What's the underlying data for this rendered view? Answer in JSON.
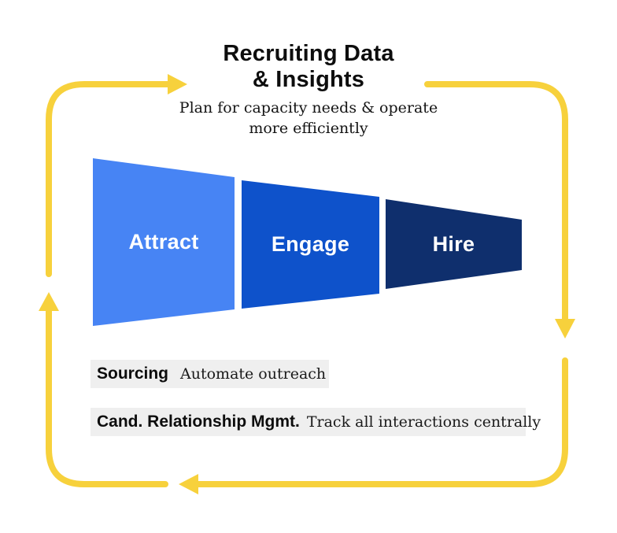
{
  "title": {
    "line1": "Recruiting Data",
    "line2": "& Insights"
  },
  "subtitle": {
    "line1": "Plan for capacity needs & operate",
    "line2": "more efficiently"
  },
  "funnel": {
    "stages": [
      {
        "label": "Attract",
        "color": "#4784F4"
      },
      {
        "label": "Engage",
        "color": "#0E52CB"
      },
      {
        "label": "Hire",
        "color": "#0F2F6D"
      }
    ]
  },
  "callouts": [
    {
      "title": "Sourcing",
      "description": "Automate outreach"
    },
    {
      "title": "Cand. Relationship Mgmt.",
      "description": "Track all interactions centrally"
    }
  ],
  "colors": {
    "arrow": "#F7D13C",
    "callout_bg": "#EFEFEF",
    "stage_text": "#FFFFFF"
  }
}
